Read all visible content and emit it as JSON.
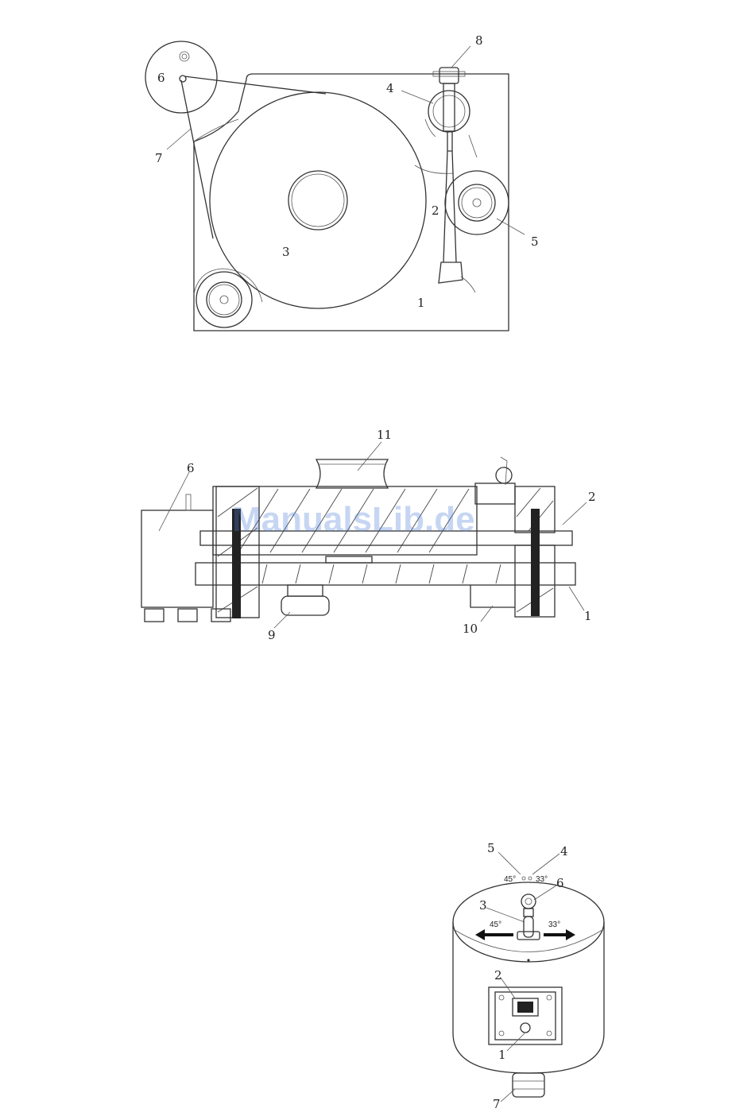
{
  "watermark": "ManualsLib.de",
  "top_view": {
    "labels": [
      "1",
      "2",
      "3",
      "4",
      "5",
      "6",
      "7",
      "8"
    ]
  },
  "side_view": {
    "labels": [
      "1",
      "2",
      "6",
      "9",
      "10",
      "11"
    ]
  },
  "motor_view": {
    "labels": [
      "1",
      "2",
      "3",
      "4",
      "5",
      "6",
      "7"
    ],
    "speed_left": "45°",
    "speed_right": "33°",
    "mark_45": "45°",
    "mark_33": "33°"
  }
}
